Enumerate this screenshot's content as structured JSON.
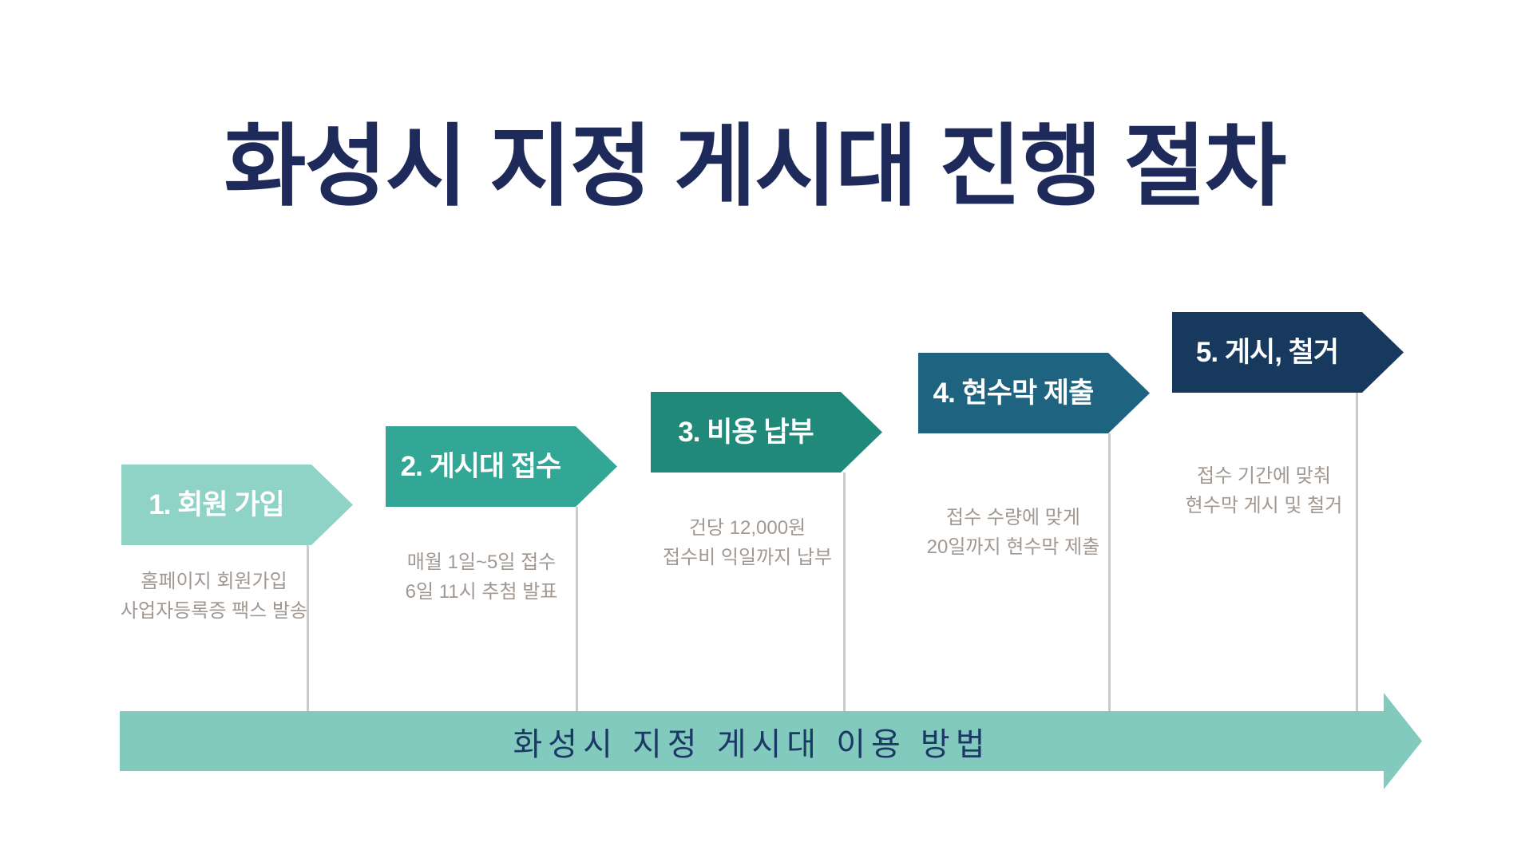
{
  "title": "화성시 지정 게시대 진행 절차",
  "title_color": "#1E2A5A",
  "steps": [
    {
      "label": "1. 회원 가입",
      "color": "#8FD2C6",
      "desc": [
        "홈페이지 회원가입",
        "사업자등록증 팩스 발송"
      ]
    },
    {
      "label": "2. 게시대 접수",
      "color": "#33A795",
      "desc": [
        "매월 1일~5일 접수",
        "6일 11시 추첨 발표"
      ]
    },
    {
      "label": "3. 비용 납부",
      "color": "#20897A",
      "desc": [
        "건당 12,000원",
        "접수비 익일까지 납부"
      ]
    },
    {
      "label": "4. 현수막 제출",
      "color": "#1E6480",
      "desc": [
        "접수 수량에 맞게",
        "20일까지 현수막 제출"
      ]
    },
    {
      "label": "5. 게시, 철거",
      "color": "#16395D",
      "desc": [
        "접수 기간에 맞춰",
        "현수막 게시 및 철거"
      ]
    }
  ],
  "bottom_bar": {
    "label": "화성시 지정 게시대 이용 방법",
    "color": "#82CABE",
    "text_color": "#1C3966"
  }
}
